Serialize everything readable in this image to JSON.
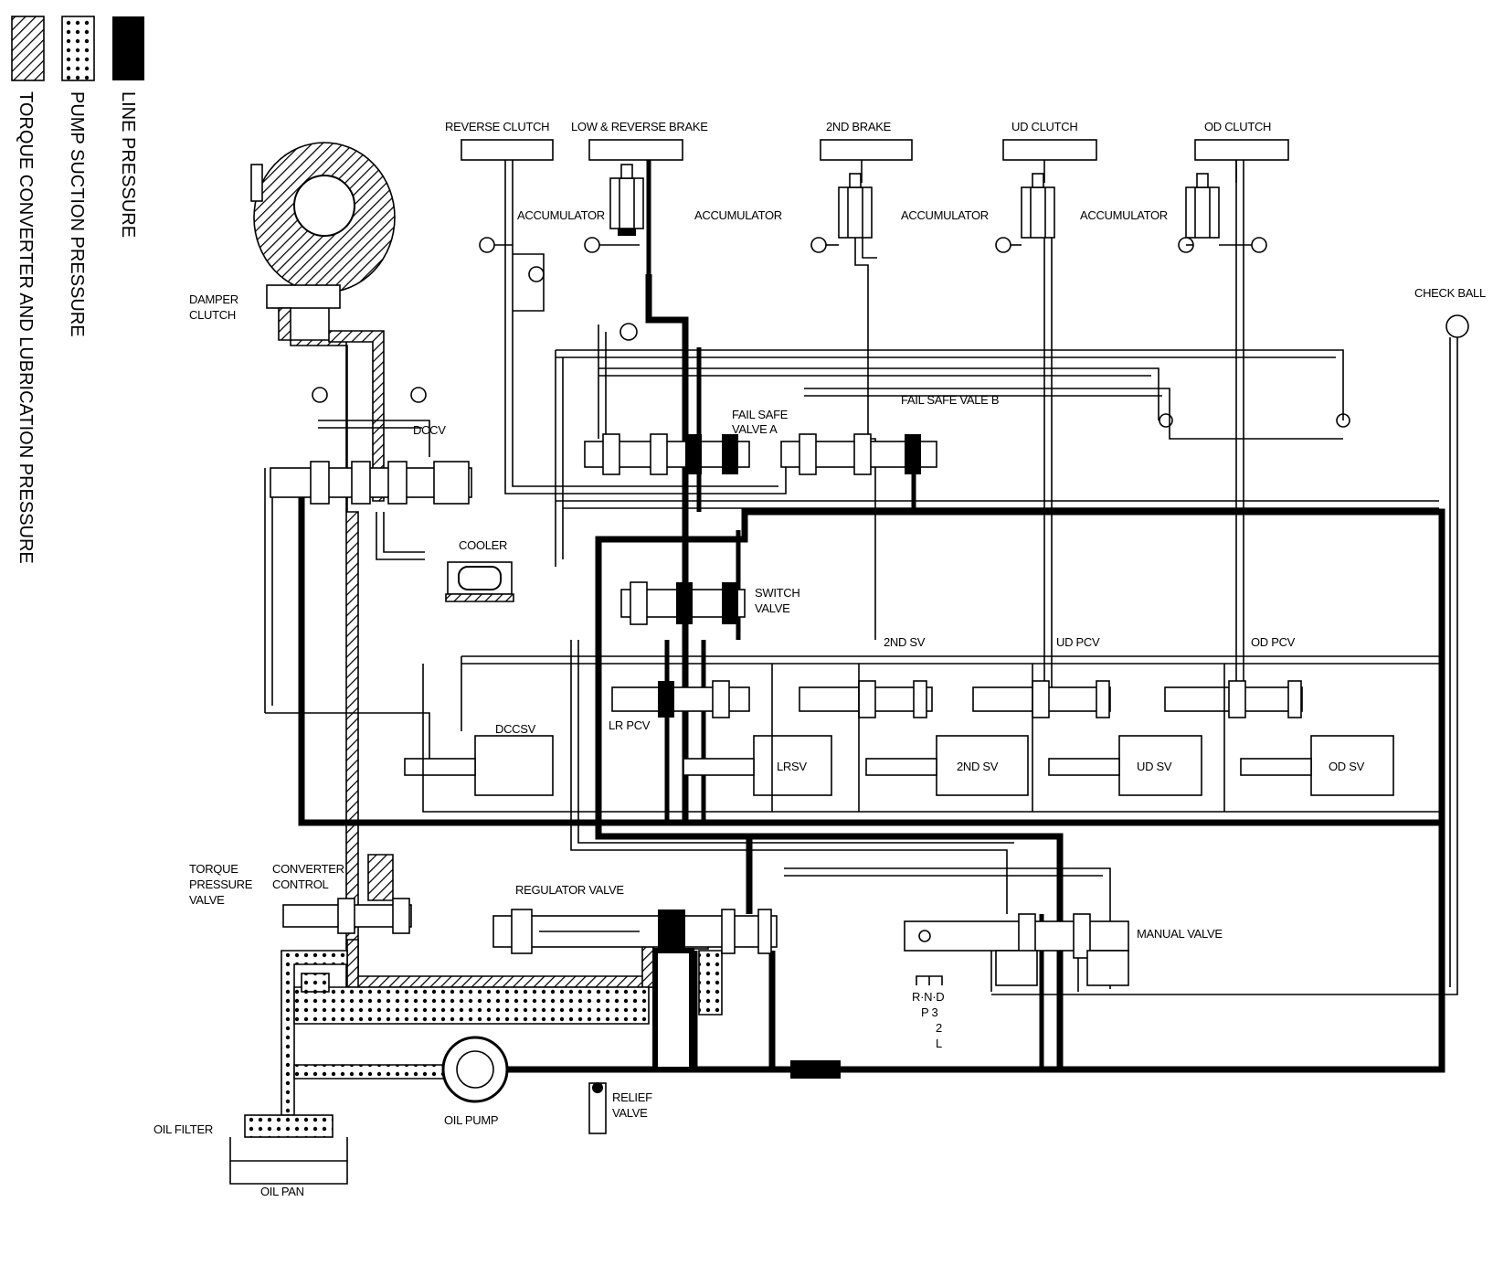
{
  "legend": {
    "line_pressure": "LINE PRESSURE",
    "pump_suction_pressure": "PUMP SUCTION PRESSURE",
    "torque_converter_lubrication": "TORQUE  CONVERTER AND LUBRICATION PRESSURE"
  },
  "labels": {
    "reverse_clutch": "REVERSE CLUTCH",
    "low_reverse_brake": "LOW & REVERSE BRAKE",
    "second_brake": "2ND BRAKE",
    "ud_clutch": "UD CLUTCH",
    "od_clutch": "OD CLUTCH",
    "accumulator": "ACCUMULATOR",
    "check_ball": "CHECK BALL",
    "damper_clutch_1": "DAMPER",
    "damper_clutch_2": "CLUTCH",
    "dccv": "DCCV",
    "fail_safe_a_1": "FAIL SAFE",
    "fail_safe_a_2": "VALVE A",
    "fail_safe_b": "FAIL SAFE VALE B",
    "cooler": "COOLER",
    "switch_valve_1": "SWITCH",
    "switch_valve_2": "VALVE",
    "second_sv_top": "2ND SV",
    "ud_pcv": "UD PCV",
    "od_pcv": "OD PCV",
    "dccsv": "DCCSV",
    "lr_pcv": "LR PCV",
    "lrsv": "LRSV",
    "second_sv": "2ND SV",
    "ud_sv": "UD SV",
    "od_sv": "OD SV",
    "torque_pressure_valve_1": "TORQUE",
    "torque_pressure_valve_2": "PRESSURE",
    "torque_pressure_valve_3": "VALVE",
    "converter_control_1": "CONVERTER",
    "converter_control_2": "CONTROL",
    "regulator_valve": "REGULATOR VALVE",
    "manual_valve": "MANUAL VALVE",
    "gear_rnd": "R·N·D",
    "gear_p3": "P  3",
    "gear_2": "2",
    "gear_l": "L",
    "relief_valve_1": "RELIEF",
    "relief_valve_2": "VALVE",
    "oil_pump": "OIL PUMP",
    "oil_filter": "OIL FILTER",
    "oil_pan": "OIL PAN"
  }
}
